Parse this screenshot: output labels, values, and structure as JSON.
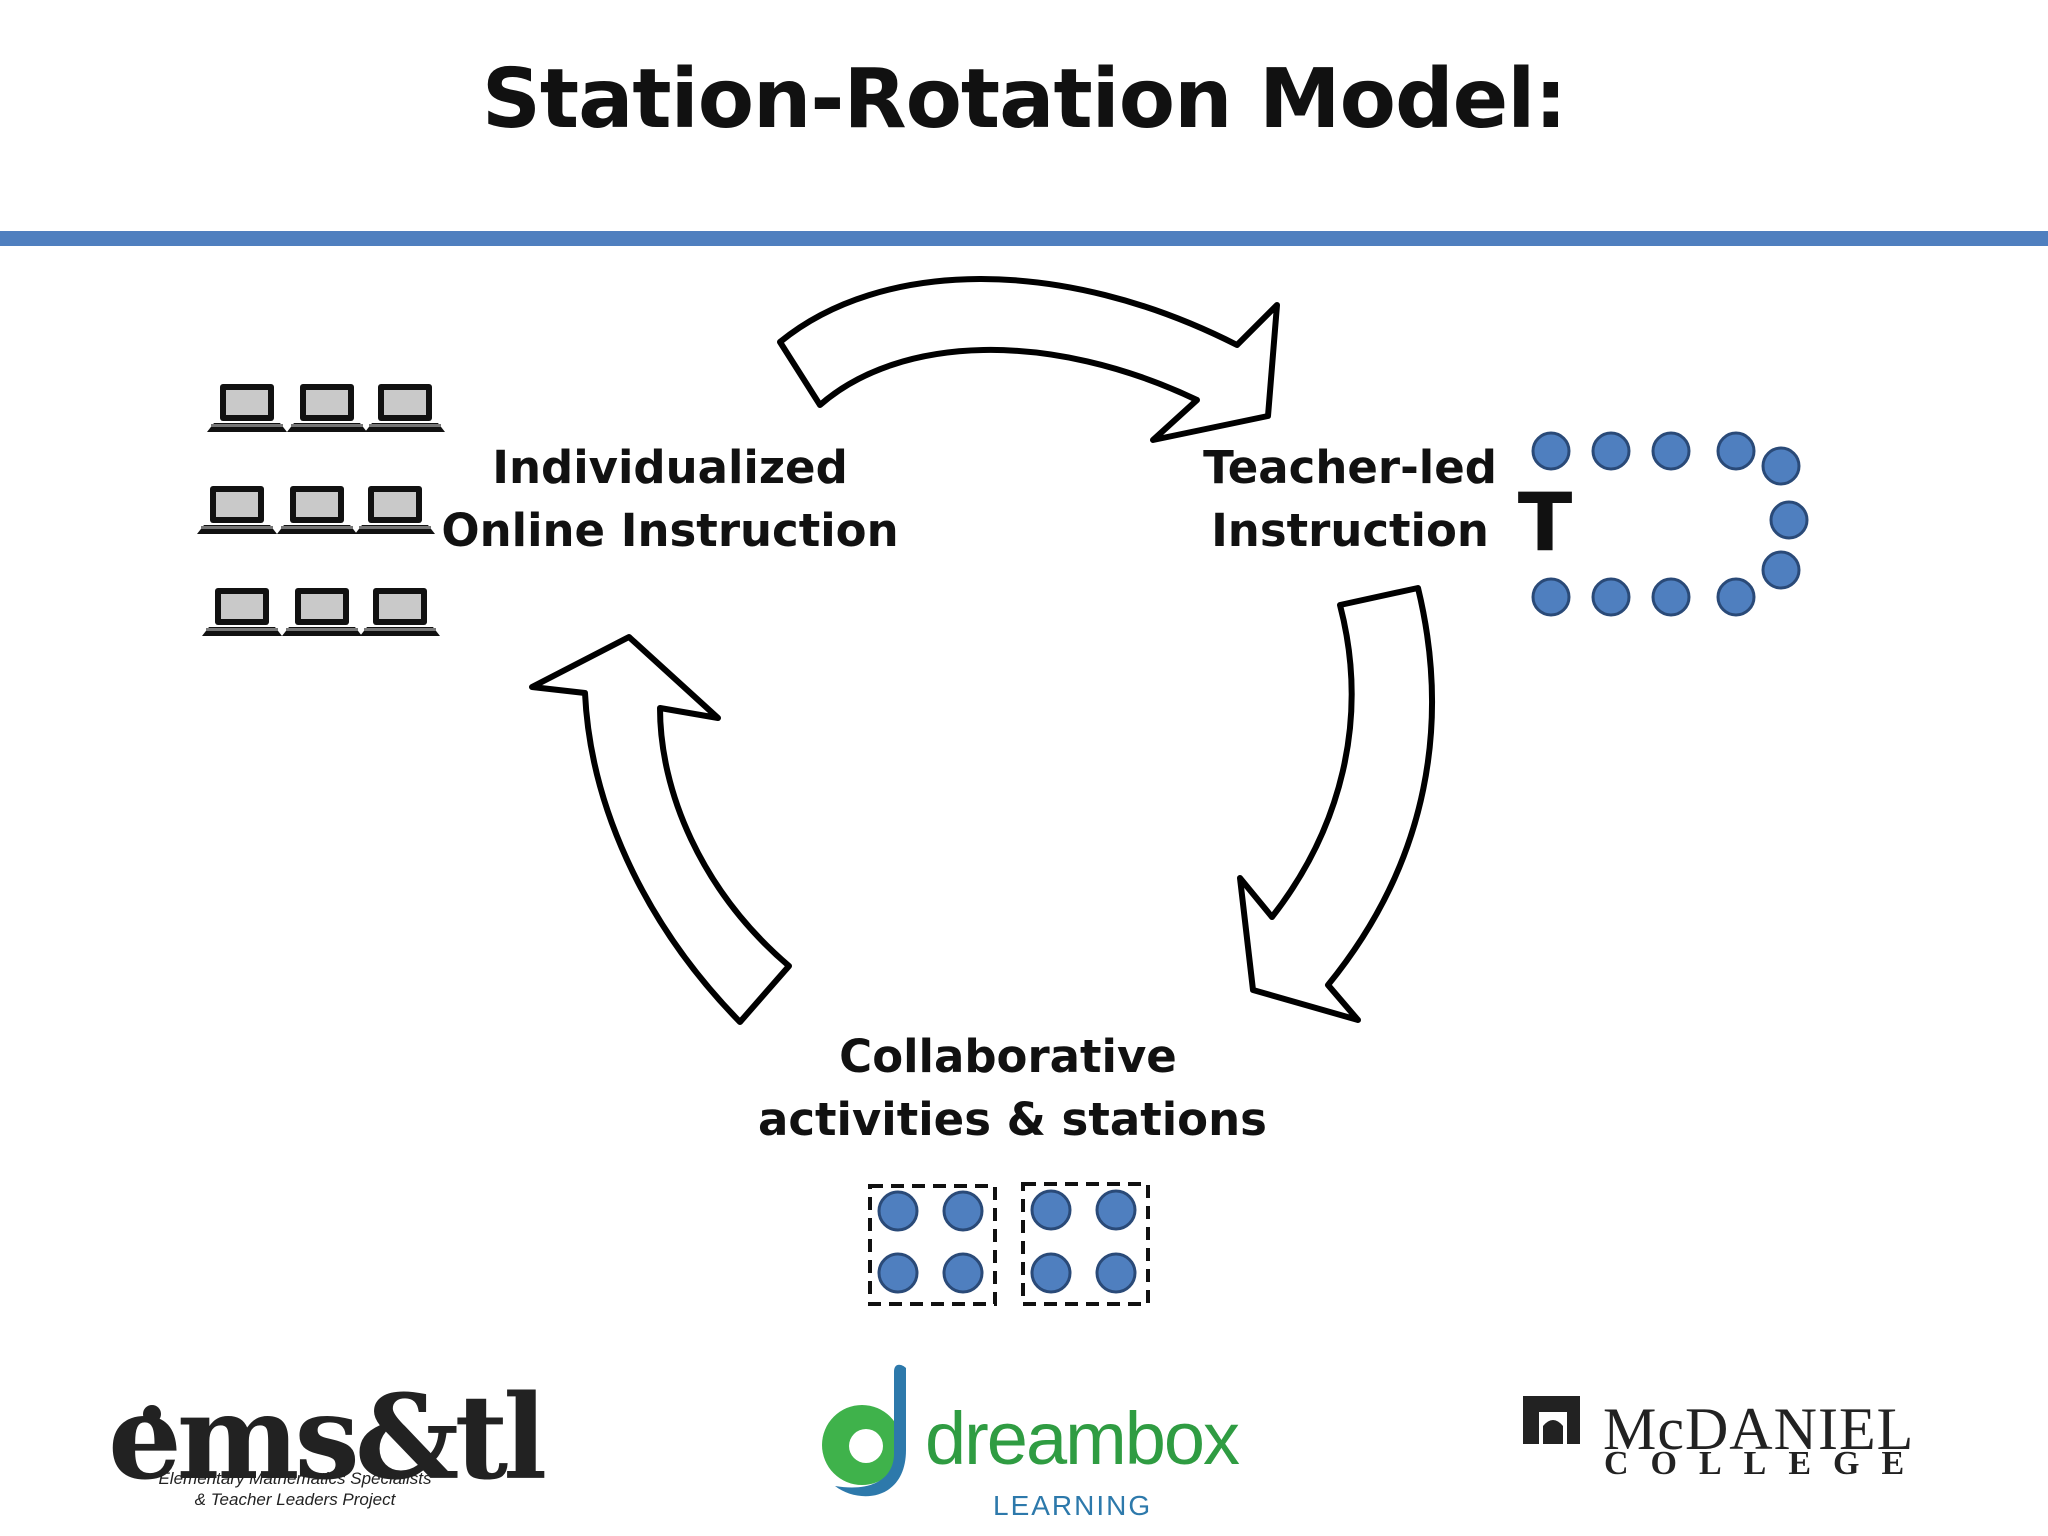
{
  "title": "Station-Rotation Model:",
  "accent_color": "#4f7fbf",
  "student_dot_color": "#4f7fbf",
  "stations": {
    "online": {
      "line1": "Individualized",
      "line2": "Online Instruction",
      "icon": "laptop-icon",
      "laptop_count": 9
    },
    "teacher": {
      "line1": "Teacher-led",
      "line2": "Instruction",
      "teacher_marker": "T",
      "student_count": 11
    },
    "collaborative": {
      "line1": "Collaborative",
      "line2": "activities & stations",
      "group_count": 2,
      "students_per_group": 4
    }
  },
  "logos": {
    "emstl": {
      "name": "ems&tl",
      "subtitle_line1": "Elementary Mathematics Specialists",
      "subtitle_line2": "& Teacher Leaders Project"
    },
    "dreambox": {
      "name": "dreambox",
      "subtitle": "LEARNING",
      "green": "#2f9c42",
      "blue": "#2d79ab"
    },
    "mcdaniel": {
      "name": "McDANIEL",
      "subtitle": "COLLEGE"
    }
  }
}
